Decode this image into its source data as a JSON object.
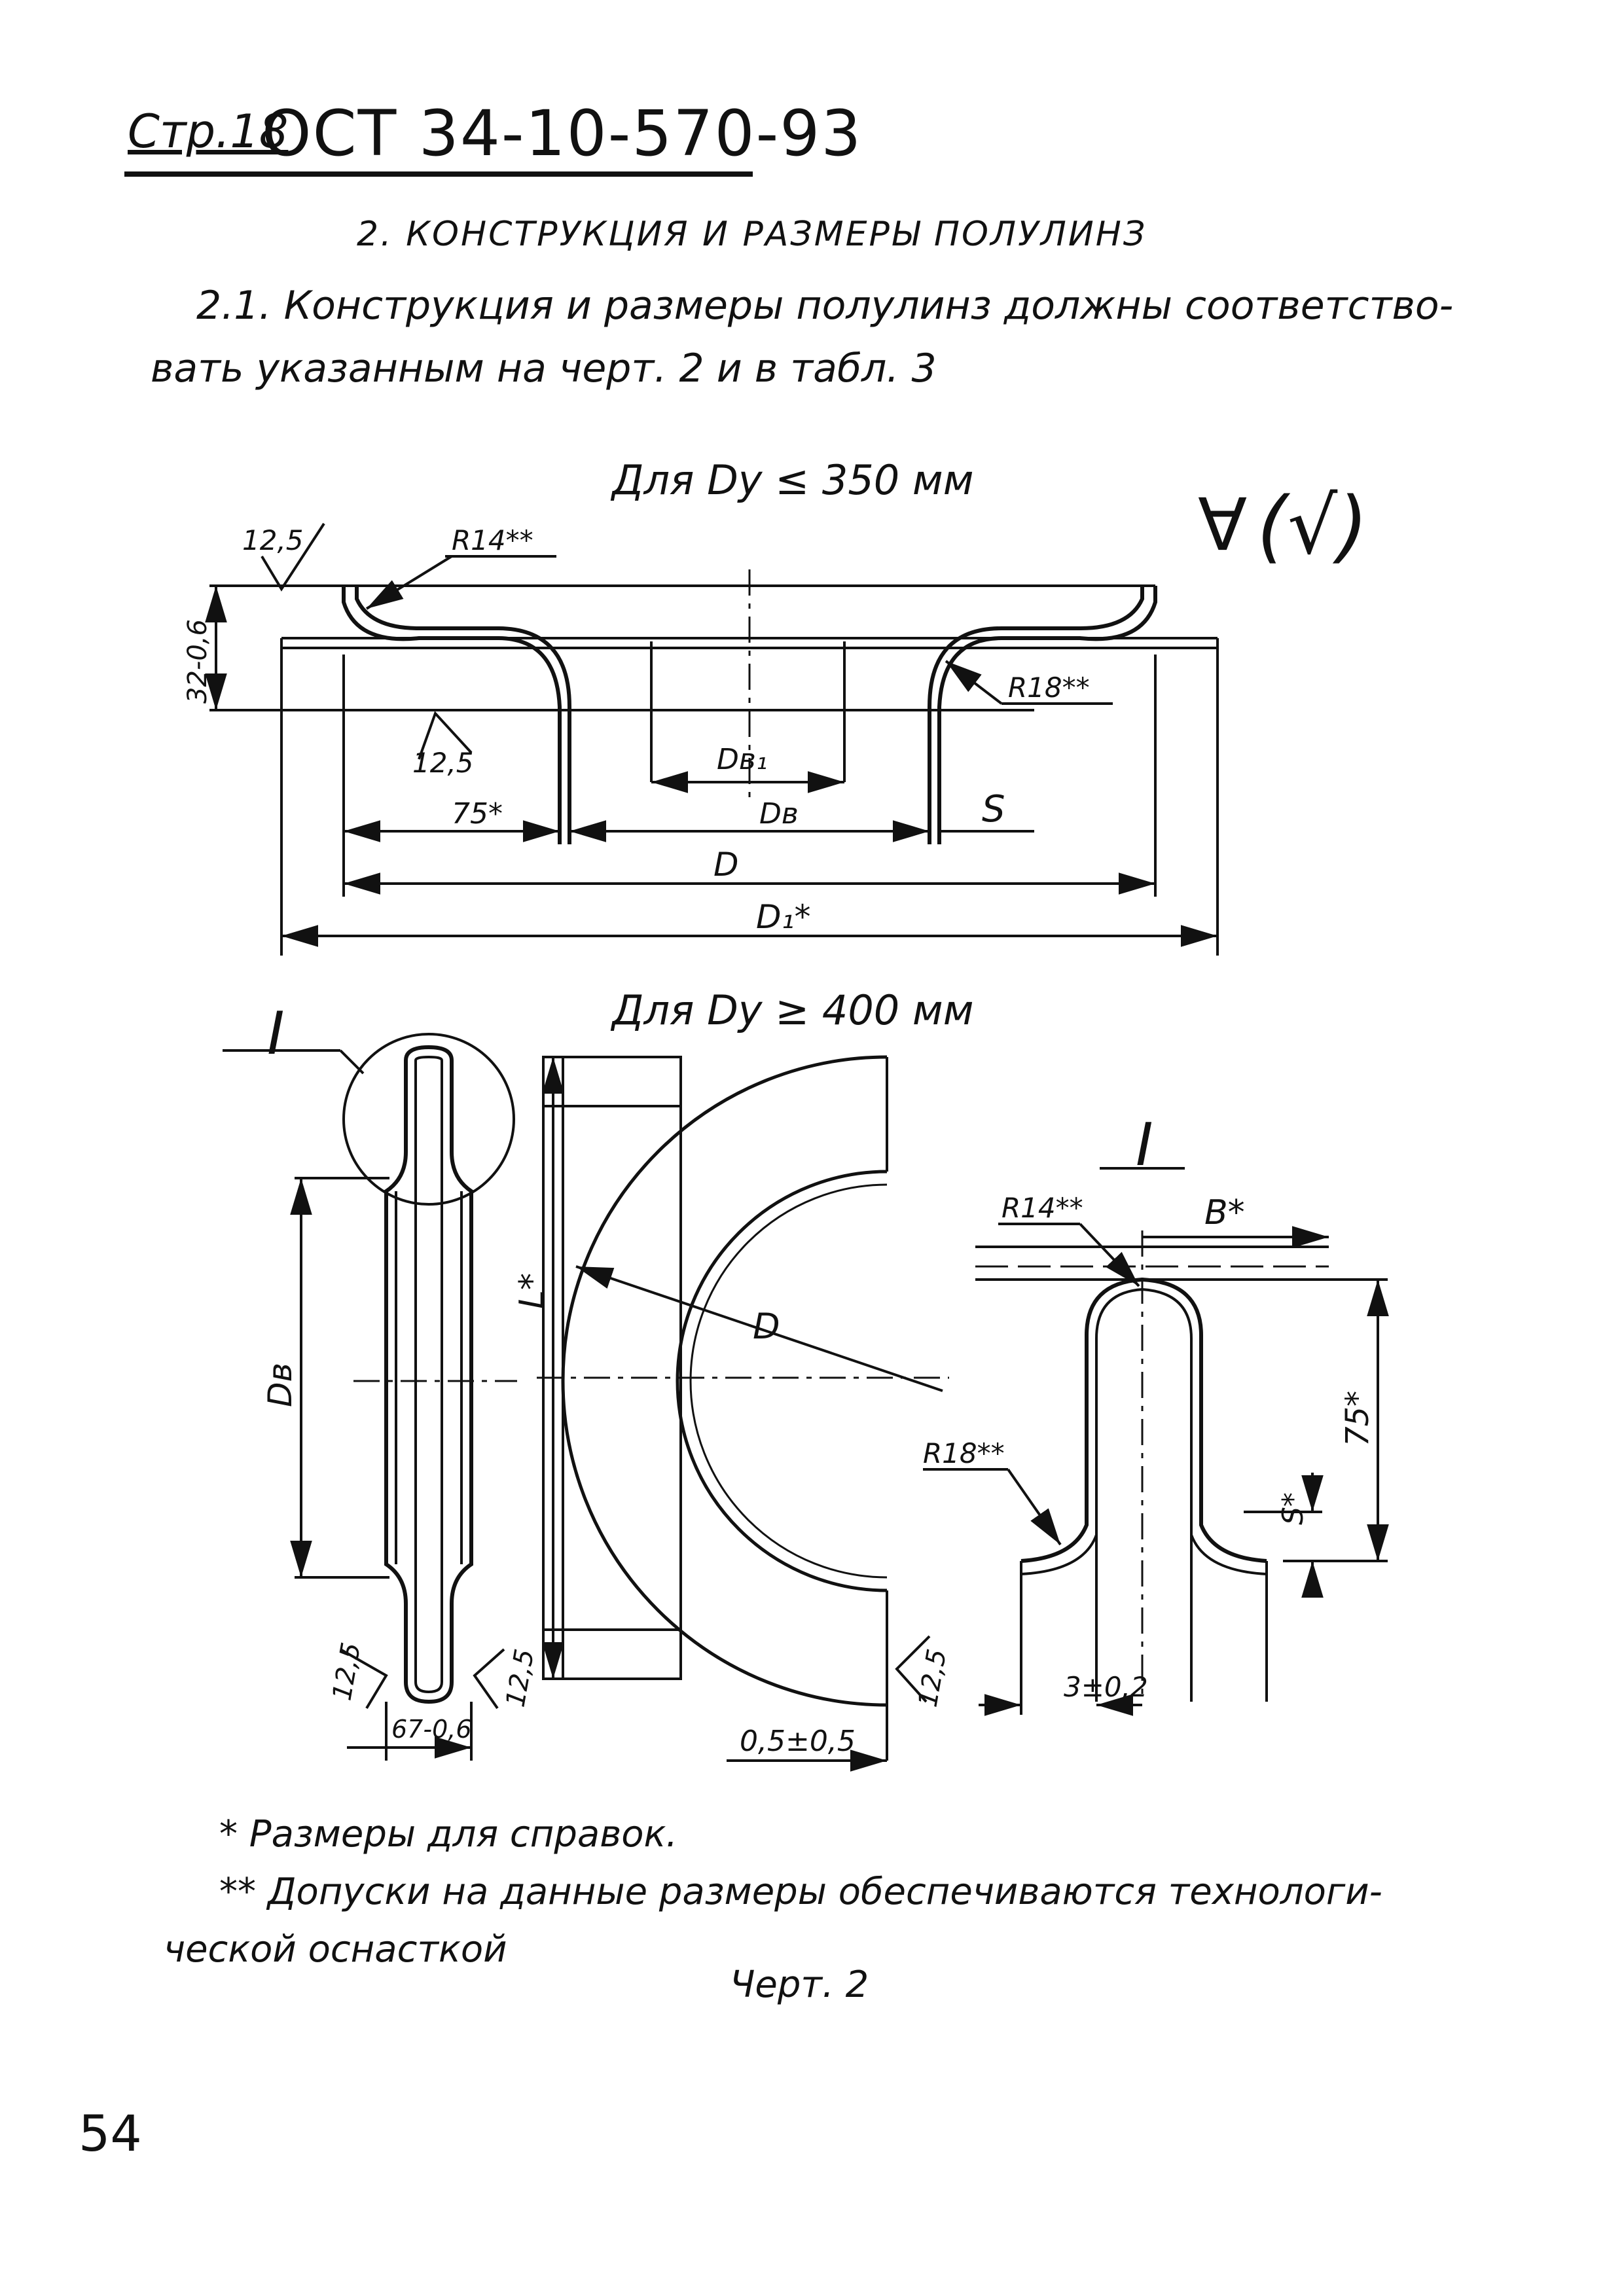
{
  "header": {
    "page_label": "Стр.18",
    "doc_code": "ОСТ 34-10-570-93"
  },
  "section_title": "2. КОНСТРУКЦИЯ И РАЗМЕРЫ ПОЛУЛИНЗ",
  "paragraph": {
    "line1": "2.1. Конструкция и размеры полулинз должны соответство-",
    "line2": "вать указанным на черт. 2 и в табл. 3"
  },
  "drawing_top": {
    "caption": "Для Dy ≤ 350 мм",
    "roughness_symbol": "(√)",
    "labels": {
      "rough_a": "12,5",
      "rough_b": "12,5",
      "r14": "R14**",
      "r18": "R18**",
      "height": "32-0,6",
      "db1": "Dв₁",
      "dv": "Dв",
      "d75": "75*",
      "s": "S",
      "d": "D",
      "d1": "D₁*"
    }
  },
  "drawing_bottom": {
    "caption": "Для Dy ≥ 400 мм",
    "view_mark_left": "I",
    "view_mark_right": "I",
    "labels": {
      "dv": "Dв",
      "rough_l": "12,5",
      "rough_r": "12,5",
      "width": "67-0,6",
      "l": "L*",
      "d": "D",
      "rough_c": "12,5",
      "offset": "0,5±0,5",
      "r14": "R14**",
      "b": "B*",
      "r18": "R18**",
      "d75": "75*",
      "s": "S*",
      "thickness": "3±0,2"
    }
  },
  "footnotes": {
    "note1": "* Размеры для справок.",
    "note2": "** Допуски на данные размеры обеспечиваются технологи-",
    "note3": "ческой оснасткой"
  },
  "figure_caption": "Черт. 2",
  "page_number": "54"
}
